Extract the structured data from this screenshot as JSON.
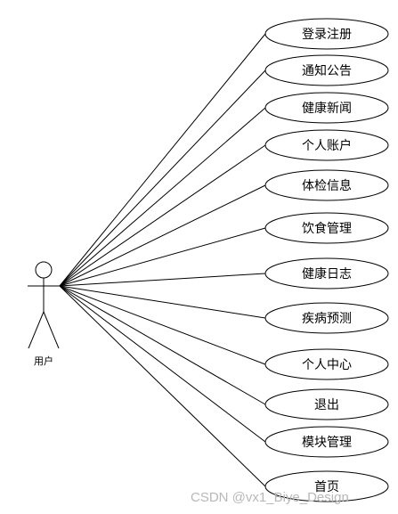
{
  "actor": {
    "label": "用户"
  },
  "use_cases": [
    "登录注册",
    "通知公告",
    "健康新闻",
    "个人账户",
    "体检信息",
    "饮食管理",
    "健康日志",
    "疾病预测",
    "个人中心",
    "退出",
    "模块管理",
    "首页"
  ],
  "watermark": "CSDN @vx1_Biye_Design"
}
